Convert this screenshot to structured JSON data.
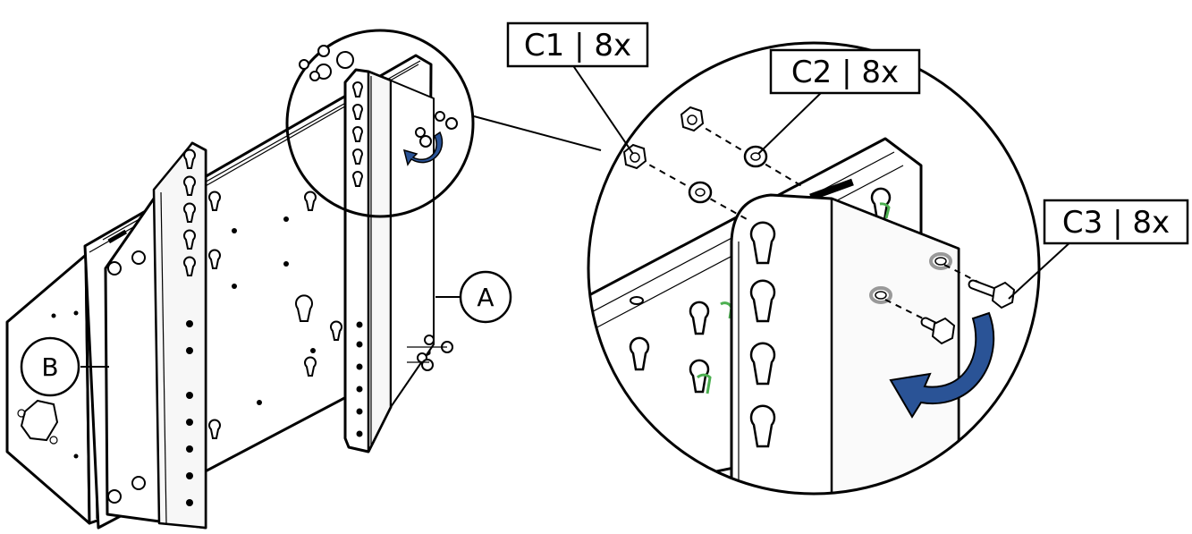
{
  "callouts": {
    "c1": "C1 | 8x",
    "c2": "C2 | 8x",
    "c3": "C3 | 8x"
  },
  "part_labels": {
    "a": "A",
    "b": "B"
  },
  "colors": {
    "arrow": "#2a5396",
    "highlight": "#4caf50",
    "line": "#000000"
  },
  "icons": [
    "rotation-arrow-icon",
    "nut-icon",
    "washer-icon",
    "bolt-icon"
  ]
}
